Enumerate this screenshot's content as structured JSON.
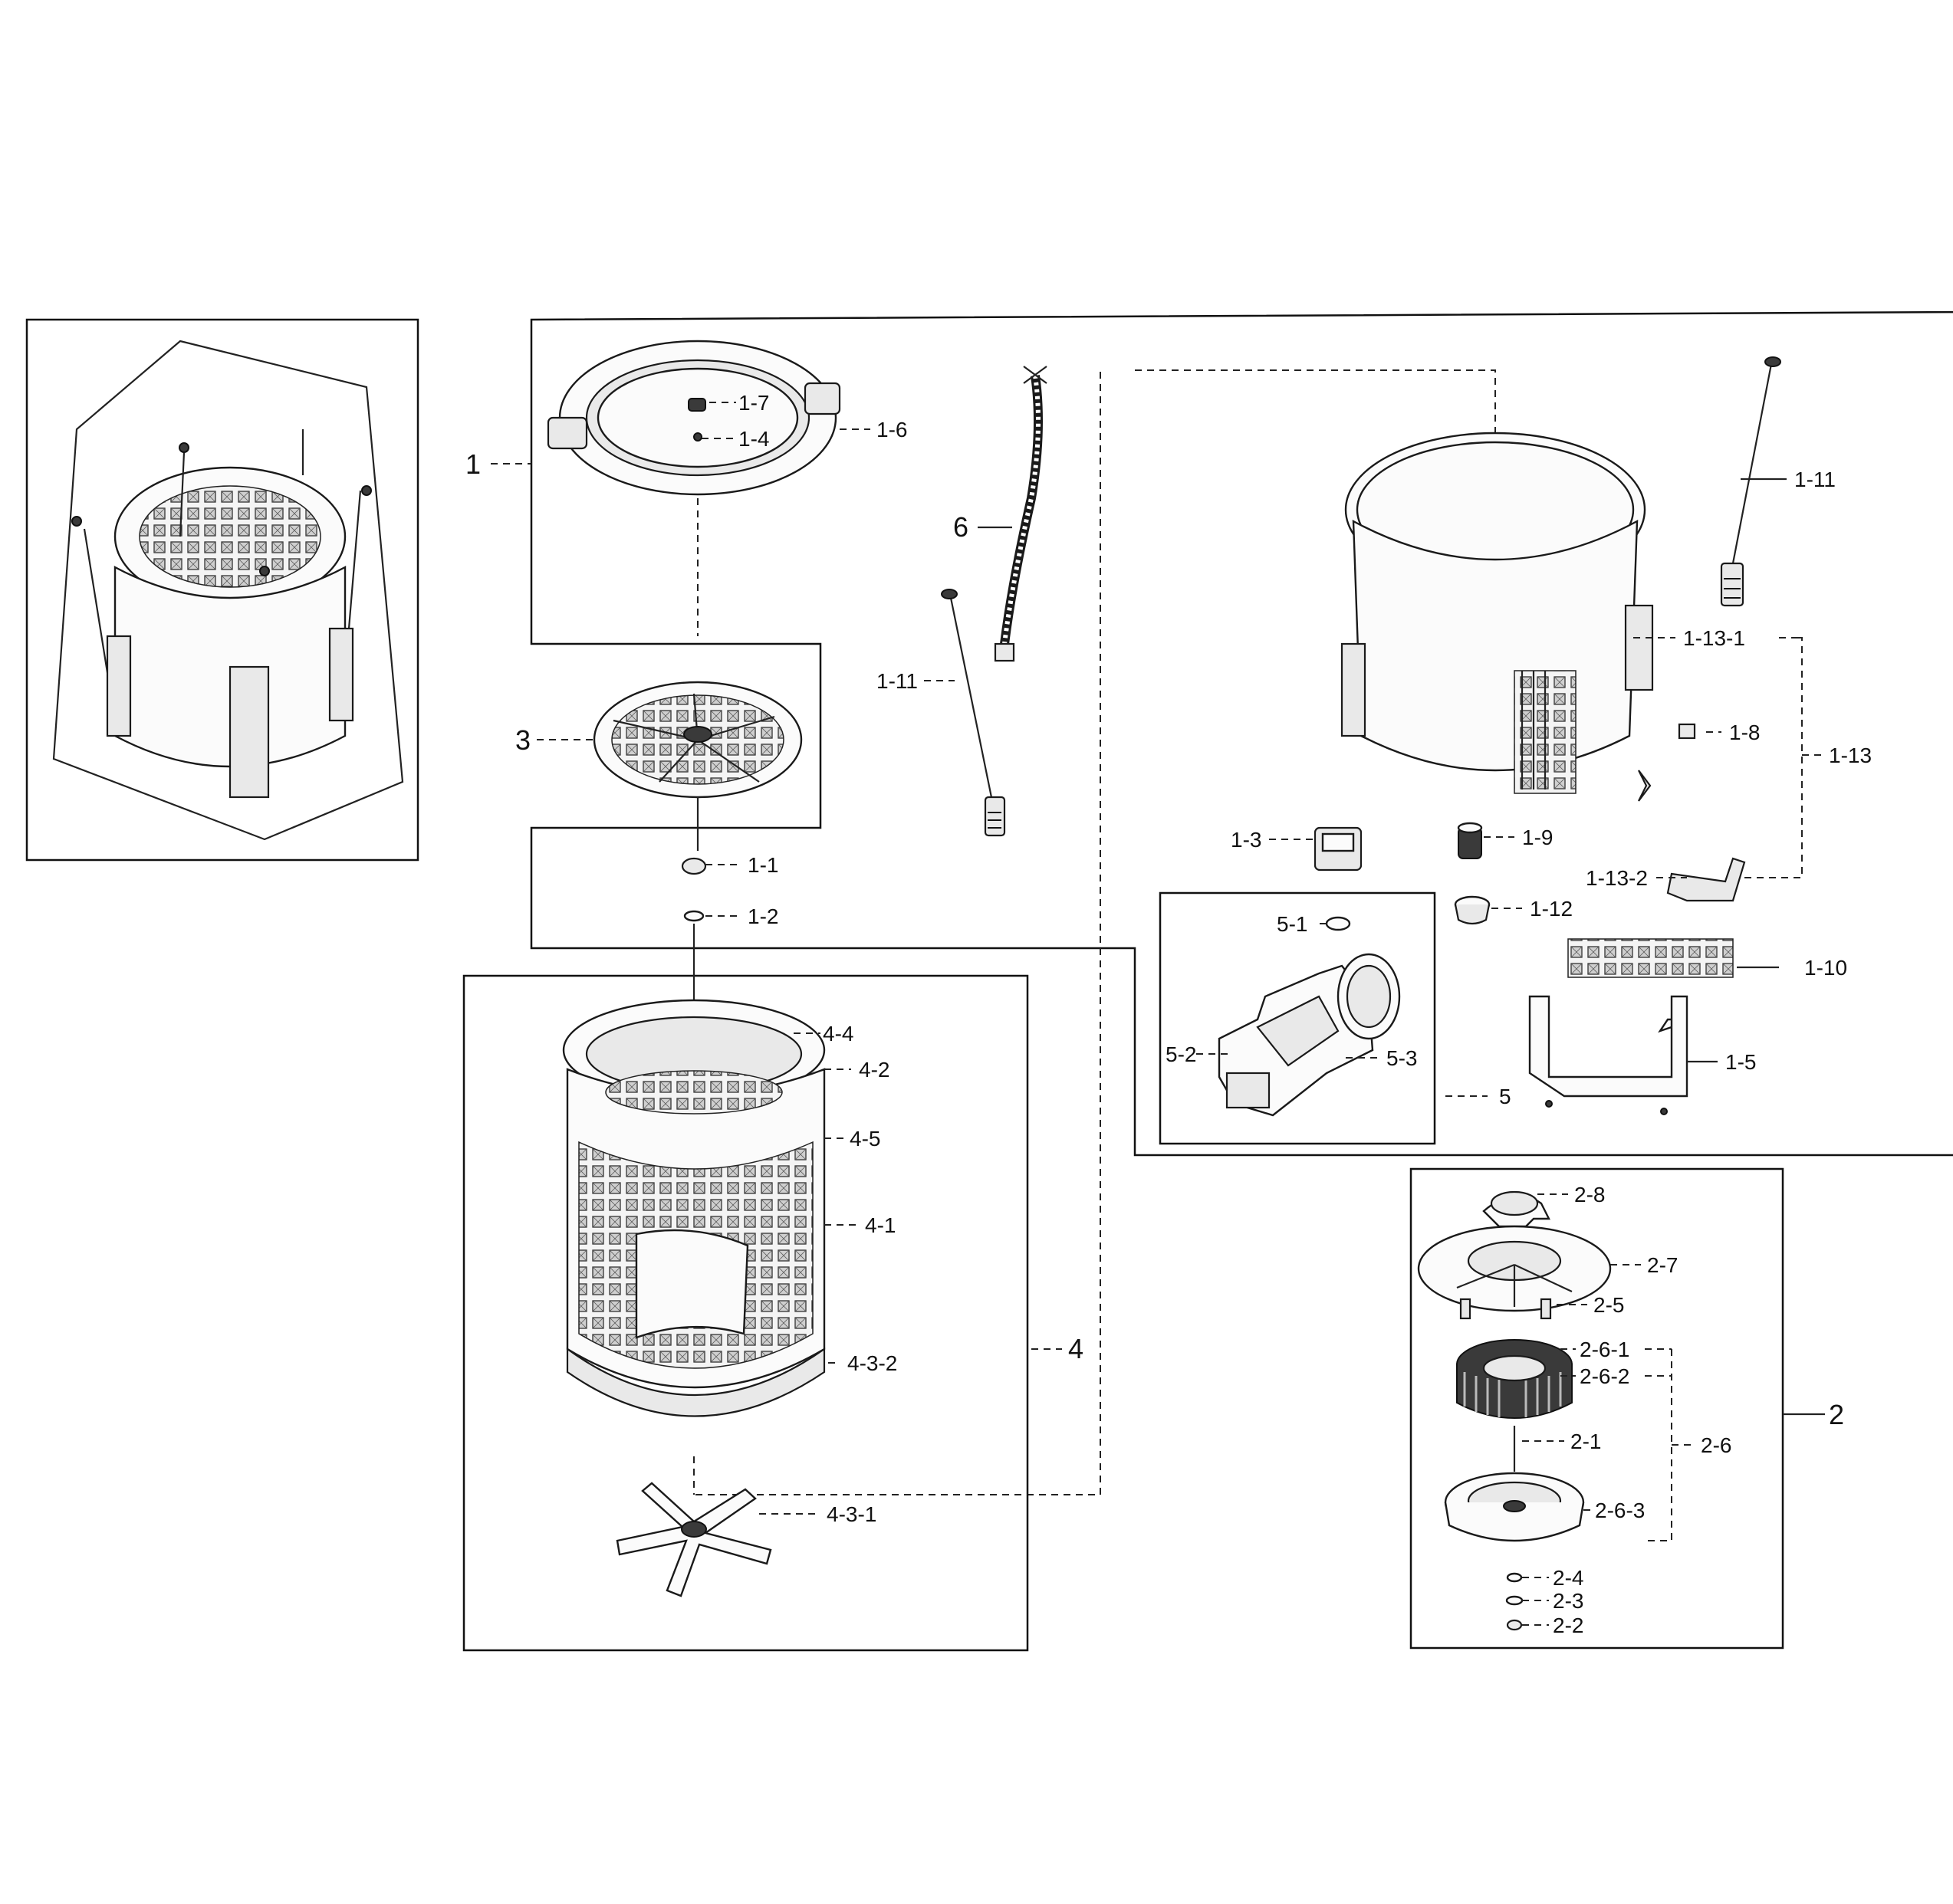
{
  "callouts": {
    "c1": "1",
    "c1_1": "1-1",
    "c1_2": "1-2",
    "c1_3": "1-3",
    "c1_4": "1-4",
    "c1_5": "1-5",
    "c1_6": "1-6",
    "c1_7": "1-7",
    "c1_8": "1-8",
    "c1_9": "1-9",
    "c1_10": "1-10",
    "c1_11a": "1-11",
    "c1_11b": "1-11",
    "c1_12": "1-12",
    "c1_13": "1-13",
    "c1_13_1": "1-13-1",
    "c1_13_2": "1-13-2",
    "c2": "2",
    "c2_1": "2-1",
    "c2_2": "2-2",
    "c2_3": "2-3",
    "c2_4": "2-4",
    "c2_5": "2-5",
    "c2_6": "2-6",
    "c2_6_1": "2-6-1",
    "c2_6_2": "2-6-2",
    "c2_6_3": "2-6-3",
    "c2_7": "2-7",
    "c2_8": "2-8",
    "c3": "3",
    "c4": "4",
    "c4_1": "4-1",
    "c4_2": "4-2",
    "c4_3_1": "4-3-1",
    "c4_3_2": "4-3-2",
    "c4_4": "4-4",
    "c4_5": "4-5",
    "c5": "5",
    "c5_1": "5-1",
    "c5_2": "5-2",
    "c5_3": "5-3",
    "c6": "6"
  }
}
